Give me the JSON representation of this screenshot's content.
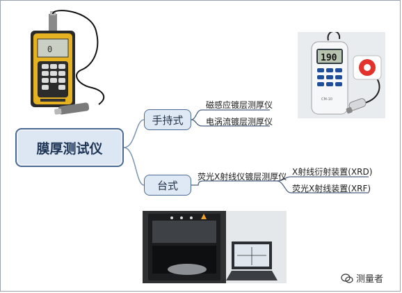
{
  "root": {
    "label": "膜厚测试仪"
  },
  "branches": [
    {
      "label": "手持式",
      "leaves": [
        "磁感应镀层测厚仪",
        "电涡流镀层测厚仪"
      ]
    },
    {
      "label": "台式",
      "leaves": [
        "荧光X射线仪镀层测厚仪"
      ],
      "sub_leaves": [
        "X射线衍射装置(XRD)",
        "荧光X射线装置(XRF)"
      ]
    }
  ],
  "device_photo_2": {
    "display": "190",
    "brand": "CM-10"
  },
  "watermark": "测量者",
  "colors": {
    "node_fill": "#dde7f3",
    "node_border": "#4b6b94",
    "line": "#7b93b3",
    "leaf_underline": "#4a5f7d"
  }
}
